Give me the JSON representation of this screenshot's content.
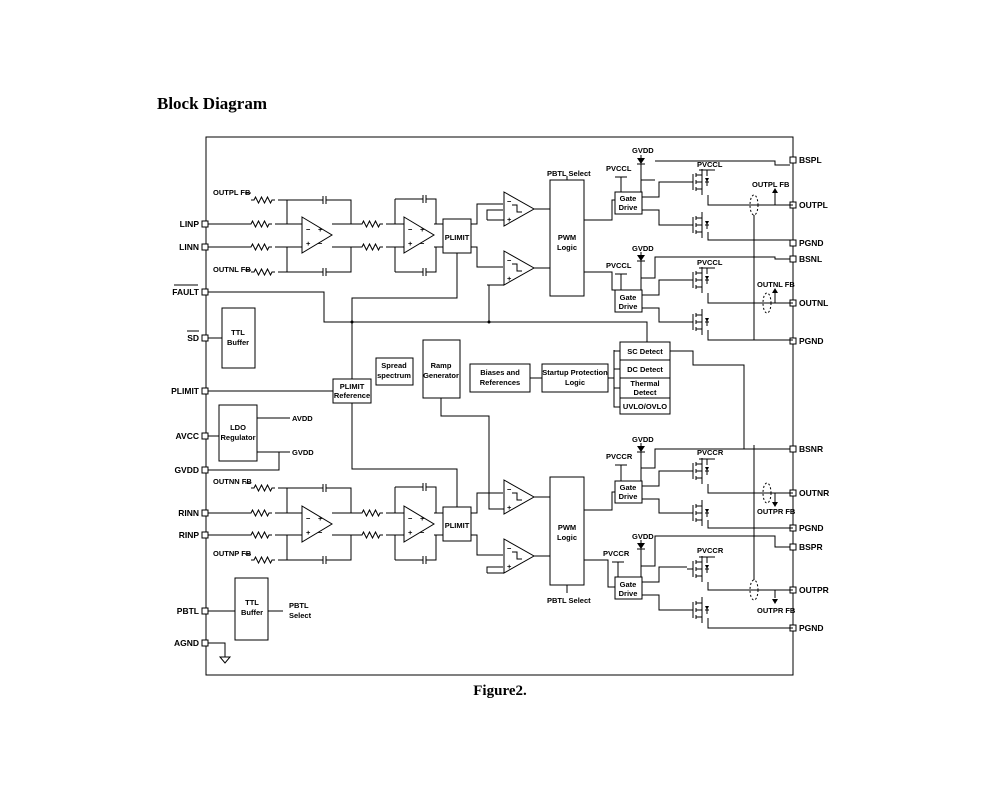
{
  "heading": "Block Diagram",
  "caption": "Figure2.",
  "pins_left": {
    "linp": "LINP",
    "linn": "LINN",
    "fault": "FAULT",
    "sd": "SD",
    "plimit": "PLIMIT",
    "avcc": "AVCC",
    "gvdd": "GVDD",
    "rinn": "RINN",
    "rinp": "RINP",
    "pbtl": "PBTL",
    "agnd": "AGND"
  },
  "pins_right": {
    "bspl": "BSPL",
    "outpl": "OUTPL",
    "pgnd1": "PGND",
    "bsnl": "BSNL",
    "outnl": "OUTNL",
    "pgnd2": "PGND",
    "bsnr": "BSNR",
    "outnr": "OUTNR",
    "pgnd3": "PGND",
    "bspr": "BSPR",
    "outpr": "OUTPR",
    "pgnd4": "PGND"
  },
  "blocks": {
    "plimit_top": "PLIMIT",
    "plimit_bot": "PLIMIT",
    "pwm_top": [
      "PWM",
      "Logic"
    ],
    "pwm_bot": [
      "PWM",
      "Logic"
    ],
    "gate_drive": [
      "Gate",
      "Drive"
    ],
    "ttl_buffer": [
      "TTL",
      "Buffer"
    ],
    "plimit_ref": [
      "PLIMIT",
      "Reference"
    ],
    "spread": [
      "Spread",
      "spectrum"
    ],
    "ramp": [
      "Ramp",
      "Generator"
    ],
    "biases": [
      "Biases and",
      "References"
    ],
    "startup": [
      "Startup Protection",
      "Logic"
    ],
    "ldo": [
      "LDO",
      "Regulator"
    ],
    "sc_detect": "SC Detect",
    "dc_detect": "DC Detect",
    "thermal": [
      "Thermal",
      "Detect"
    ],
    "uvlo": "UVLO/OVLO"
  },
  "labels": {
    "outpl_fb": "OUTPL FB",
    "outnl_fb": "OUTNL FB",
    "outnn_fb": "OUTNN FB",
    "outnp_fb": "OUTNP FB",
    "outpl_fb_r": "OUTPL FB",
    "outnl_fb_r": "OUTNL FB",
    "outpr_fb_r": "OUTPR FB",
    "pbtl_select": "PBTL Select",
    "pbtl_select_mid": [
      "PBTL",
      "Select"
    ],
    "pvccl": "PVCCL",
    "pvccr": "PVCCR",
    "gvdd": "GVDD",
    "avdd": "AVDD"
  }
}
